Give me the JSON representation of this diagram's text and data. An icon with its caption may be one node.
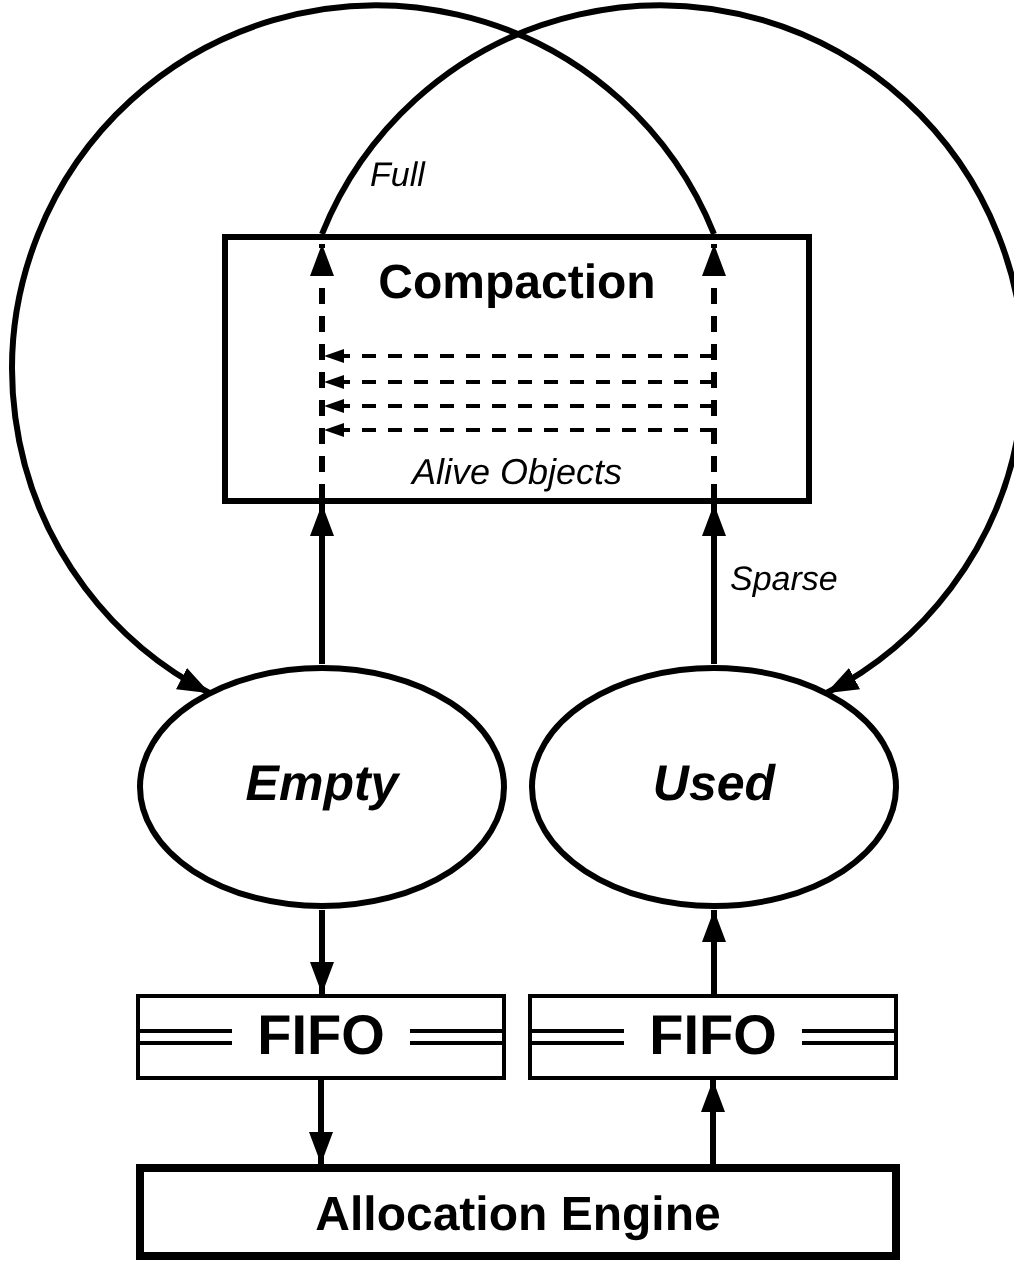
{
  "diagram": {
    "nodes": [
      {
        "text": [
          "Compaction",
          "Alive Objects"
        ]
      },
      {
        "text": [
          "Empty"
        ]
      },
      {
        "text": [
          "Used"
        ]
      },
      {
        "text": [
          "FIFO"
        ]
      },
      {
        "text": [
          "FIFO"
        ]
      },
      {
        "text": [
          "Allocation Engine"
        ]
      }
    ],
    "edges": [
      {
        "from": 0,
        "to": 2,
        "arrow": "to",
        "label": "Full"
      },
      {
        "from": 0,
        "to": 1,
        "arrow": "to"
      },
      {
        "from": 1,
        "to": 0,
        "arrow": "to"
      },
      {
        "from": 2,
        "to": 0,
        "arrow": "to",
        "label": "Sparse"
      },
      {
        "from": 1,
        "to": 3,
        "arrow": "to"
      },
      {
        "from": 3,
        "to": 5,
        "arrow": "to"
      },
      {
        "from": 5,
        "to": 4,
        "arrow": "to"
      },
      {
        "from": 4,
        "to": 2,
        "arrow": "to"
      }
    ]
  }
}
